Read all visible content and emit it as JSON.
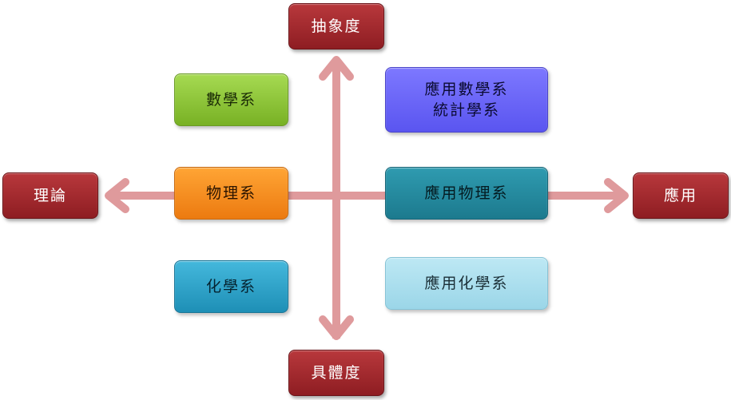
{
  "axes": {
    "top": "抽象度",
    "bottom": "具體度",
    "left": "理論",
    "right": "應用"
  },
  "categories": {
    "math": "數學系",
    "physics": "物理系",
    "chemistry": "化學系",
    "applied_math": [
      "應用數學系",
      "統計學系"
    ],
    "applied_physics": "應用物理系",
    "applied_chemistry": "應用化學系"
  },
  "colors": {
    "axis_box": "#a32a2f",
    "arrow": "#df9a9c",
    "math": "#8ac53a",
    "physics": "#f68b1f",
    "chemistry": "#31a7cc",
    "applied_math": "#6b67fb",
    "applied_physics": "#248aa0",
    "applied_chemistry": "#ade0ee"
  }
}
